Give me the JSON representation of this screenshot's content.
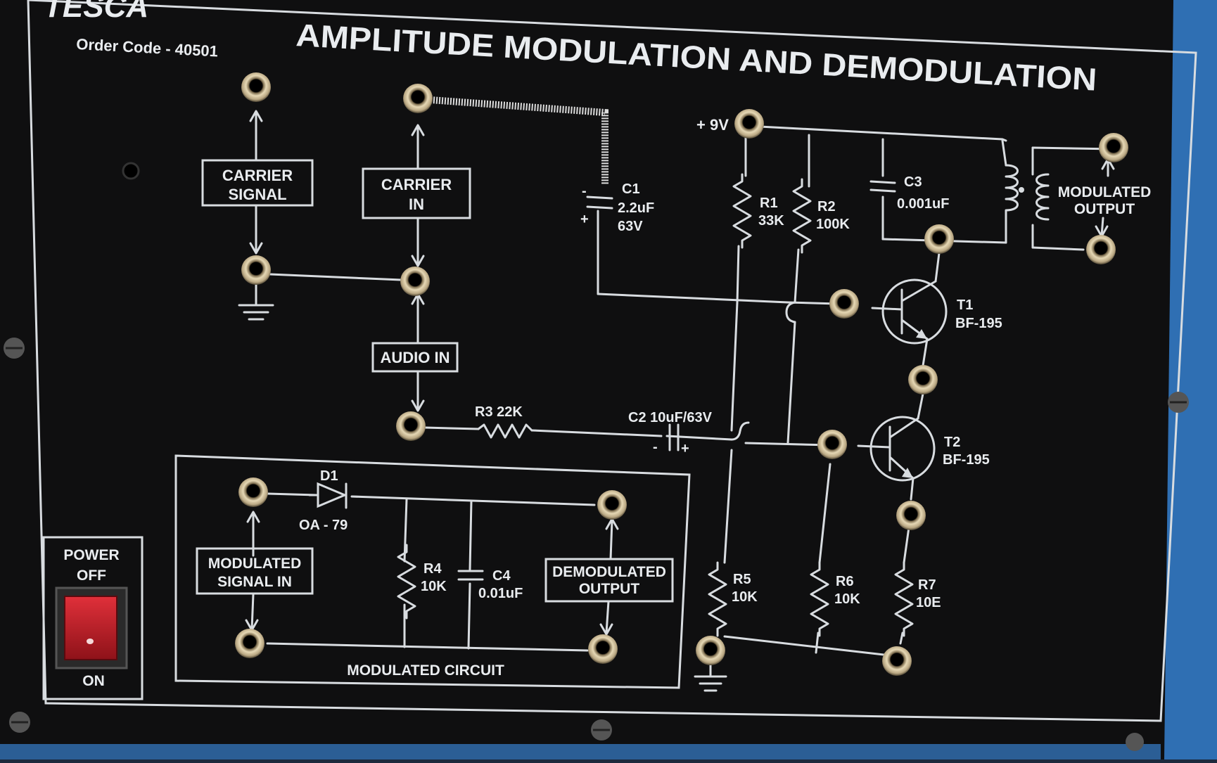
{
  "panel": {
    "brand": "TESCA",
    "order_code": "Order Code - 40501",
    "title": "AMPLITUDE MODULATION AND DEMODULATION"
  },
  "labels": {
    "carrier_signal": [
      "CARRIER",
      "SIGNAL"
    ],
    "carrier_in": [
      "CARRIER",
      "IN"
    ],
    "audio_in": "AUDIO IN",
    "modulated_output": [
      "MODULATED",
      "OUTPUT"
    ],
    "modulated_signal_in": [
      "MODULATED",
      "SIGNAL IN"
    ],
    "demodulated_output": [
      "DEMODULATED",
      "OUTPUT"
    ],
    "modulated_circuit": "MODULATED CIRCUIT",
    "supply": "+ 9V"
  },
  "components": {
    "c1": [
      "C1",
      "2.2uF",
      "63V"
    ],
    "c2": "C2 10uF/63V",
    "c3": [
      "C3",
      "0.001uF"
    ],
    "c4": [
      "C4",
      "0.01uF"
    ],
    "r1": [
      "R1",
      "33K"
    ],
    "r2": [
      "R2",
      "100K"
    ],
    "r3": "R3  22K",
    "r4": [
      "R4",
      "10K"
    ],
    "r5": [
      "R5",
      "10K"
    ],
    "r6": [
      "R6",
      "10K"
    ],
    "r7": [
      "R7",
      "10E"
    ],
    "t1": [
      "T1",
      "BF-195"
    ],
    "t2": [
      "T2",
      "BF-195"
    ],
    "d1": [
      "D1",
      "OA - 79"
    ]
  },
  "power": {
    "title": "POWER",
    "off_label": "OFF",
    "on_label": "ON"
  },
  "colors": {
    "panel": "#0f0f10",
    "frame_blue": "#2f6fb3",
    "switch_red": "#c0202a",
    "socket": "#d9c9a2"
  }
}
